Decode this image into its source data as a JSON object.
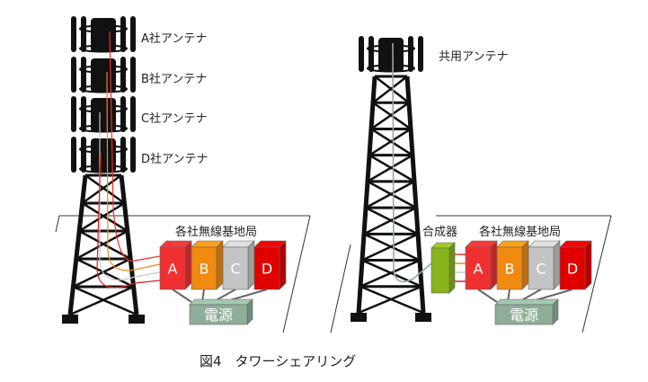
{
  "left": {
    "antenna_labels": [
      "A社アンテナ",
      "B社アンテナ",
      "C社アンテナ",
      "D社アンテナ"
    ],
    "stations_label": "各社無線基地局",
    "stations": [
      "A",
      "B",
      "C",
      "D"
    ],
    "power_label": "電源"
  },
  "right": {
    "antenna_label": "共用アンテナ",
    "combiner_label": "合成器",
    "stations_label": "各社無線基地局",
    "stations": [
      "A",
      "B",
      "C",
      "D"
    ],
    "power_label": "電源"
  },
  "caption": "図4　タワーシェアリング",
  "colors": {
    "A": "#f03030",
    "B": "#f08a10",
    "C": "#c4c4c4",
    "D": "#e00000",
    "power": "#8fae9a",
    "combiner": "#88b41c"
  }
}
